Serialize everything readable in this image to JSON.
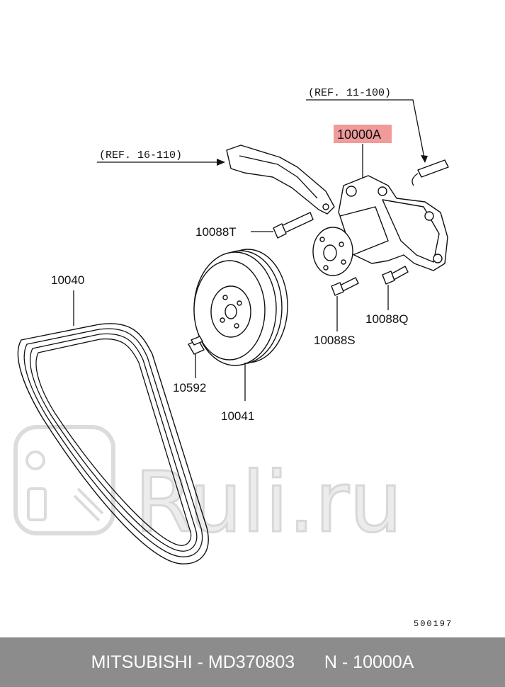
{
  "labels": {
    "ref_11": "(REF. 11-100)",
    "ref_16": "(REF. 16-110)",
    "main_part": "10000A",
    "bolt_t": "10088T",
    "belt": "10040",
    "pulley": "10041",
    "bolt_10592": "10592",
    "bolt_s": "10088S",
    "bolt_q": "10088Q",
    "diagram_code": "500197"
  },
  "watermark": {
    "text": "Ruli.ru"
  },
  "footer": {
    "brand": "MITSUBISHI",
    "part_number": "MD370803",
    "position": "N - 10000A"
  },
  "colors": {
    "highlight": "#f19a9a",
    "footer_bg": "#8c8c8c",
    "footer_text": "#ffffff"
  }
}
